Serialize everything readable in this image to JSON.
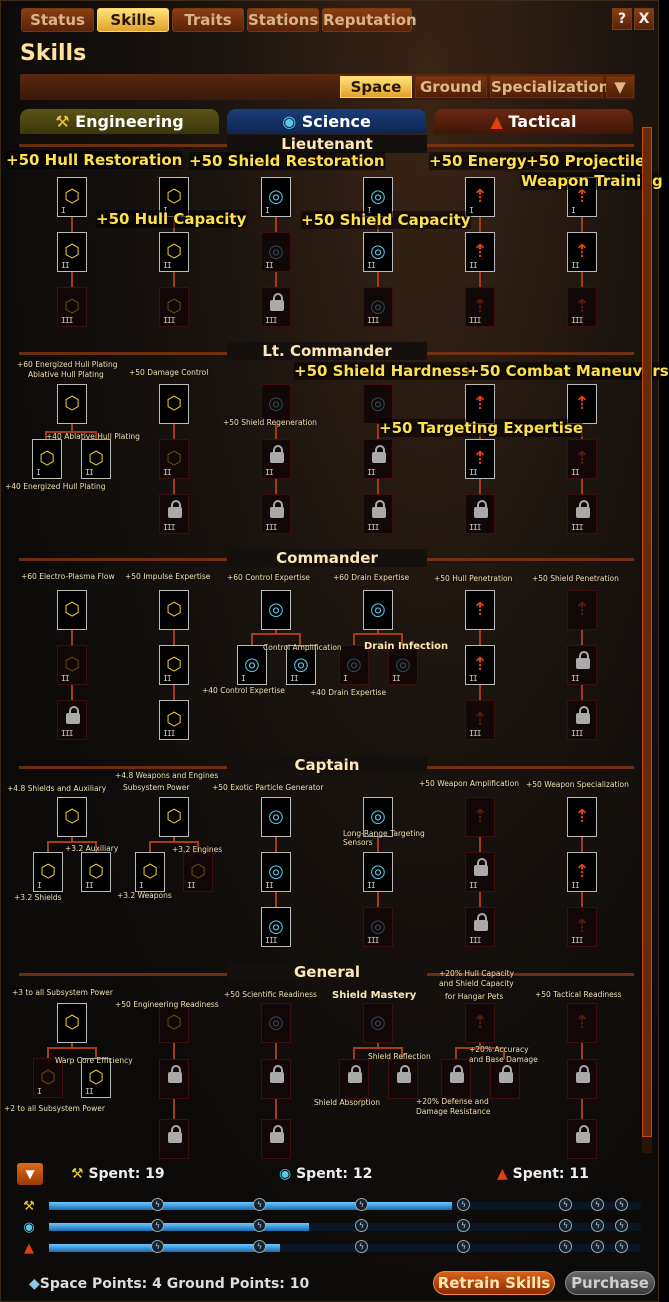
{
  "tabs": [
    "Status",
    "Skills",
    "Traits",
    "Stations",
    "Reputation"
  ],
  "win_buttons": {
    "help": "?",
    "close": "X"
  },
  "title": "Skills",
  "subtabs": [
    "Space",
    "Ground",
    "Specialization"
  ],
  "categories": [
    "Engineering",
    "Science",
    "Tactical"
  ],
  "ranks": [
    "Lieutenant",
    "Lt. Commander",
    "Commander",
    "Captain",
    "General"
  ],
  "labels": {
    "hull_restoration": "+50 Hull Restoration",
    "shield_restoration": "+50 Shield Restoration",
    "energy": "+50 Energy",
    "projectile": "+50 Projectile",
    "weapon_training": "Weapon Training",
    "hull_capacity": "+50 Hull Capacity",
    "shield_capacity": "+50 Shield Capacity",
    "energized_hull": "+60 Energized Hull Plating",
    "ablative_hull": "Ablative Hull Plating",
    "damage_control": "+50 Damage Control",
    "shield_hardness": "+50 Shield Hardness",
    "combat_maneuvers": "+50 Combat Maneuvers",
    "ablative_40": "+40 Ablative Hull Plating",
    "shield_regen": "+50 Shield Regeneration",
    "targeting_expertise": "+50 Targeting Expertise",
    "energized_40": "+40 Energized Hull Plating",
    "epf": "+60 Electro-Plasma Flow",
    "impulse": "+50 Impulse Expertise",
    "control_exp": "+60 Control Expertise",
    "drain_exp": "+60 Drain Expertise",
    "hull_pen": "+50 Hull Penetration",
    "shield_pen": "+50 Shield Penetration",
    "control_amp": "Control Amplification",
    "drain_infection": "Drain Infection",
    "control_40": "+40 Control Expertise",
    "drain_40": "+40 Drain Expertise",
    "weap_eng_1": "+4.8 Weapons and Engines",
    "weap_eng_2": "Subsystem Power",
    "shields_aux": "+4.8 Shields and Auxiliary",
    "epg": "+50 Exotic Particle Generator",
    "weap_amp": "+50 Weapon Amplification",
    "weap_spec": "+50 Weapon Specialization",
    "aux_32": "+3.2 Auxiliary",
    "engines_32": "+3.2 Engines",
    "lrts_1": "Long-Range Targeting",
    "lrts_2": "Sensors",
    "shields_32": "+3.2 Shields",
    "weapons_32": "+3.2 Weapons",
    "all_sub_3": "+3 to all Subsystem Power",
    "eng_ready": "+50 Engineering Readiness",
    "sci_ready": "+50 Scientific Readiness",
    "shield_mastery": "Shield Mastery",
    "hangar_1": "+20% Hull Capacity",
    "hangar_2": "and Shield Capacity",
    "hangar_3": "for  Hangar Pets",
    "tac_ready": "+50 Tactical Readiness",
    "warp_core": "Warp Core Efficiency",
    "shield_reflection": "Shield Reflection",
    "acc_1": "+20% Accuracy",
    "acc_2": "and Base Damage",
    "shield_absorption": "Shield Absorption",
    "def_1": "+20% Defense and",
    "def_2": "Damage Resistance",
    "all_sub_2": "+2 to all Subsystem Power"
  },
  "spent": {
    "engineering": "Spent: 19",
    "science": "Spent: 12",
    "tactical": "Spent: 11"
  },
  "progress": {
    "engineering": 0.68,
    "science": 0.44,
    "tactical": 0.39
  },
  "points": "Space Points: 4  Ground Points: 10",
  "buttons": {
    "retrain": "Retrain Skills",
    "purchase": "Purchase"
  },
  "colors": {
    "engineering": "#f0c830",
    "science": "#59c8e8",
    "tactical": "#e04010",
    "accent": "#ffd36a"
  }
}
